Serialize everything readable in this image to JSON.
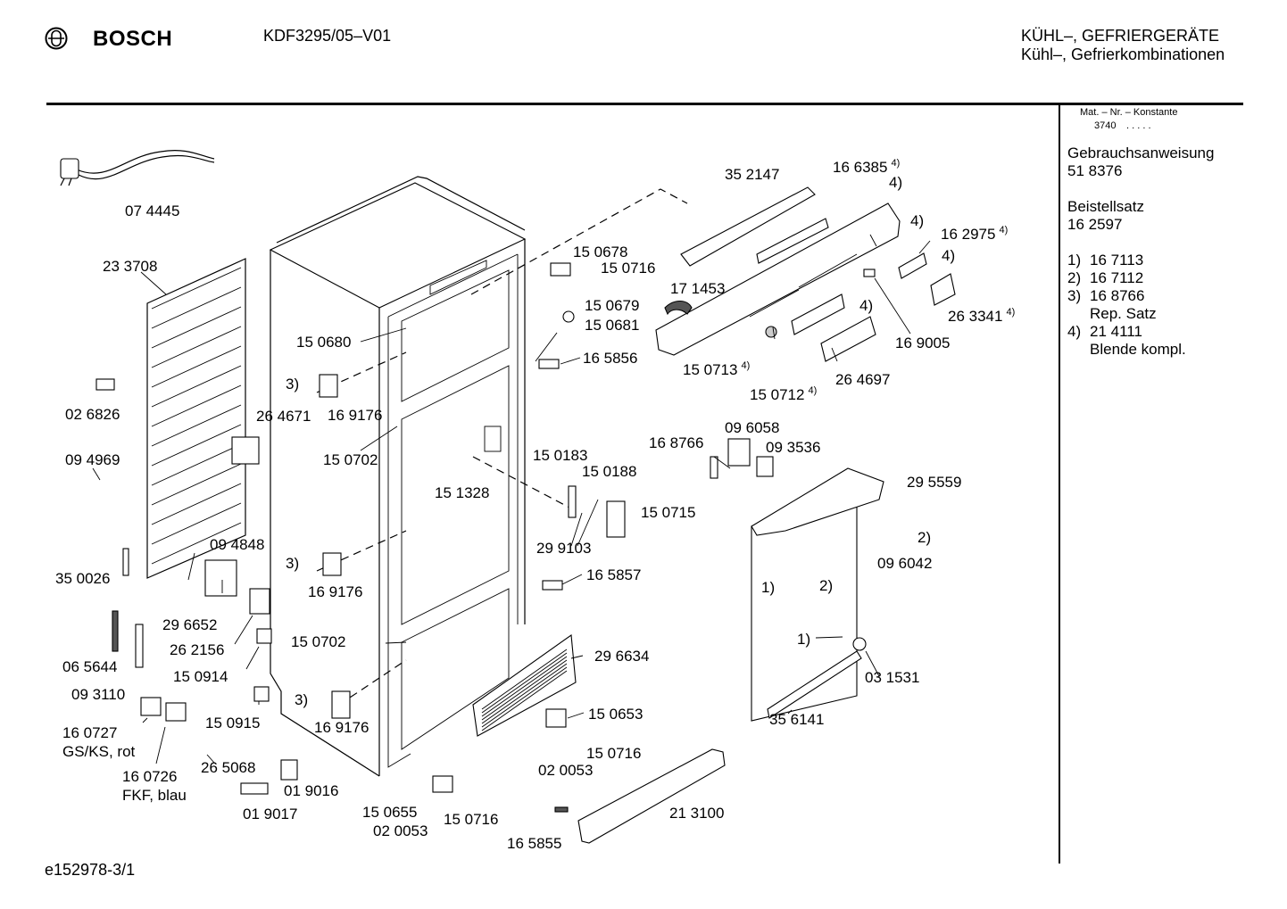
{
  "header": {
    "brand": "BOSCH",
    "model": "KDF3295/05–V01",
    "category_line1": "KÜHL–, GEFRIERGERÄTE",
    "category_line2": "Kühl–, Gefrierkombinationen"
  },
  "sidebar": {
    "mat_label": "Mat. – Nr. – Konstante",
    "mat_value": "3740",
    "mat_dots": ". . . . .",
    "manual_label": "Gebrauchsanweisung",
    "manual_number": "51 8376",
    "kit_label": "Beistellsatz",
    "kit_number": "16 2597",
    "notes": [
      {
        "mark": "1)",
        "number": "16 7113",
        "text": ""
      },
      {
        "mark": "2)",
        "number": "16 7112",
        "text": ""
      },
      {
        "mark": "3)",
        "number": "16 8766",
        "text": "Rep. Satz"
      },
      {
        "mark": "4)",
        "number": "21 4111",
        "text": "Blende kompl."
      }
    ]
  },
  "footer": {
    "drawing_id": "e152978-3/1"
  },
  "icons": [
    "bosch-logo-icon"
  ],
  "parts": [
    {
      "id": "p01",
      "label": "07 4445",
      "note": ""
    },
    {
      "id": "p02",
      "label": "23 3708",
      "note": ""
    },
    {
      "id": "p03",
      "label": "02 6826",
      "note": ""
    },
    {
      "id": "p04",
      "label": "09 4969",
      "note": ""
    },
    {
      "id": "p05",
      "label": "26 4671",
      "note": ""
    },
    {
      "id": "p06",
      "label": "15 0680",
      "note": ""
    },
    {
      "id": "p07",
      "label": "16 9176",
      "note": ""
    },
    {
      "id": "p08",
      "label": "15 0702",
      "note": ""
    },
    {
      "id": "p09",
      "label": "15 1328",
      "note": ""
    },
    {
      "id": "p10",
      "label": "09 4848",
      "note": ""
    },
    {
      "id": "p11",
      "label": "35 0026",
      "note": ""
    },
    {
      "id": "p12",
      "label": "29 6652",
      "note": ""
    },
    {
      "id": "p13",
      "label": "16 9176",
      "note": ""
    },
    {
      "id": "p14",
      "label": "26 2156",
      "note": ""
    },
    {
      "id": "p15",
      "label": "15 0702",
      "note": ""
    },
    {
      "id": "p16",
      "label": "06 5644",
      "note": ""
    },
    {
      "id": "p17",
      "label": "15 0914",
      "note": ""
    },
    {
      "id": "p18",
      "label": "09 3110",
      "note": ""
    },
    {
      "id": "p19",
      "label": "15 0915",
      "note": ""
    },
    {
      "id": "p20",
      "label": "16 9176",
      "note": ""
    },
    {
      "id": "p21",
      "label": "16 0727",
      "note": ""
    },
    {
      "id": "p22",
      "label": "GS/KS, rot",
      "note": ""
    },
    {
      "id": "p23",
      "label": "16 0726",
      "note": ""
    },
    {
      "id": "p24",
      "label": "FKF, blau",
      "note": ""
    },
    {
      "id": "p25",
      "label": "26 5068",
      "note": ""
    },
    {
      "id": "p26",
      "label": "01 9016",
      "note": ""
    },
    {
      "id": "p27",
      "label": "01 9017",
      "note": ""
    },
    {
      "id": "p28",
      "label": "15 0655",
      "note": ""
    },
    {
      "id": "p29",
      "label": "02 0053",
      "note": ""
    },
    {
      "id": "p30",
      "label": "15 0716",
      "note": ""
    },
    {
      "id": "p31",
      "label": "16 5855",
      "note": ""
    },
    {
      "id": "p32",
      "label": "21 3100",
      "note": ""
    },
    {
      "id": "p33",
      "label": "15 0653",
      "note": ""
    },
    {
      "id": "p34",
      "label": "15 0716",
      "note": ""
    },
    {
      "id": "p35",
      "label": "02 0053",
      "note": ""
    },
    {
      "id": "p36",
      "label": "29 6634",
      "note": ""
    },
    {
      "id": "p37",
      "label": "16 5857",
      "note": ""
    },
    {
      "id": "p38",
      "label": "29 9103",
      "note": ""
    },
    {
      "id": "p39",
      "label": "15 0183",
      "note": ""
    },
    {
      "id": "p40",
      "label": "15 0188",
      "note": ""
    },
    {
      "id": "p41",
      "label": "15 0715",
      "note": ""
    },
    {
      "id": "p42",
      "label": "16 8766",
      "note": ""
    },
    {
      "id": "p43",
      "label": "09 6058",
      "note": ""
    },
    {
      "id": "p44",
      "label": "09 3536",
      "note": ""
    },
    {
      "id": "p45",
      "label": "29 5559",
      "note": ""
    },
    {
      "id": "p46",
      "label": "09 6042",
      "note": ""
    },
    {
      "id": "p47",
      "label": "03 1531",
      "note": ""
    },
    {
      "id": "p48",
      "label": "35 6141",
      "note": ""
    },
    {
      "id": "p49",
      "label": "16 5856",
      "note": ""
    },
    {
      "id": "p50",
      "label": "15 0678",
      "note": ""
    },
    {
      "id": "p51",
      "label": "15 0716",
      "note": ""
    },
    {
      "id": "p52",
      "label": "15 0679",
      "note": ""
    },
    {
      "id": "p53",
      "label": "15 0681",
      "note": ""
    },
    {
      "id": "p54",
      "label": "17 1453",
      "note": ""
    },
    {
      "id": "p55",
      "label": "35 2147",
      "note": ""
    },
    {
      "id": "p56",
      "label": "16 6385",
      "note": "4)"
    },
    {
      "id": "p57",
      "label": "16 2975",
      "note": "4)"
    },
    {
      "id": "p58",
      "label": "26 3341",
      "note": "4)"
    },
    {
      "id": "p59",
      "label": "16 9005",
      "note": ""
    },
    {
      "id": "p60",
      "label": "26 4697",
      "note": ""
    },
    {
      "id": "p61",
      "label": "15 0713",
      "note": "4)"
    },
    {
      "id": "p62",
      "label": "15 0712",
      "note": "4)"
    }
  ],
  "marks": [
    {
      "id": "m01",
      "text": "3)"
    },
    {
      "id": "m02",
      "text": "3)"
    },
    {
      "id": "m03",
      "text": "3)"
    },
    {
      "id": "m04",
      "text": "4)"
    },
    {
      "id": "m05",
      "text": "4)"
    },
    {
      "id": "m06",
      "text": "4)"
    },
    {
      "id": "m07",
      "text": "4)"
    },
    {
      "id": "m08",
      "text": "2)"
    },
    {
      "id": "m09",
      "text": "1)"
    },
    {
      "id": "m10",
      "text": "2)"
    },
    {
      "id": "m11",
      "text": "1)"
    }
  ]
}
